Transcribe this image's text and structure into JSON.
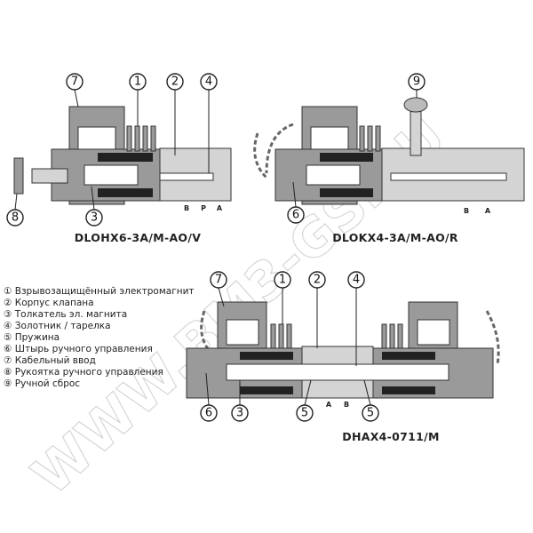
{
  "watermark": "WWW.BM3-GS.RU",
  "diagrams": [
    {
      "title": "DLOHX6-3A/M-AO/V",
      "callouts": [
        "7",
        "1",
        "2",
        "4",
        "8",
        "3"
      ],
      "ports": [
        "B",
        "P",
        "A"
      ]
    },
    {
      "title": "DLOKX4-3A/M-AO/R",
      "callouts": [
        "9",
        "6"
      ],
      "ports": [
        "B",
        "A"
      ]
    },
    {
      "title": "DHAX4-0711/M",
      "callouts": [
        "7",
        "1",
        "2",
        "4",
        "6",
        "3",
        "5",
        "5"
      ],
      "ports": [
        "A",
        "B"
      ]
    }
  ],
  "legend": [
    "① Взрывозащищённый электромагнит",
    "② Корпус клапана",
    "③ Толкатель эл. магнита",
    "④ Золотник  / тарелка",
    "⑤ Пружина",
    "⑥ Штырь ручного управления",
    "⑦ Кабельный ввод",
    "⑧ Рукоятка ручного управления",
    "⑨ Ручной сброс"
  ]
}
